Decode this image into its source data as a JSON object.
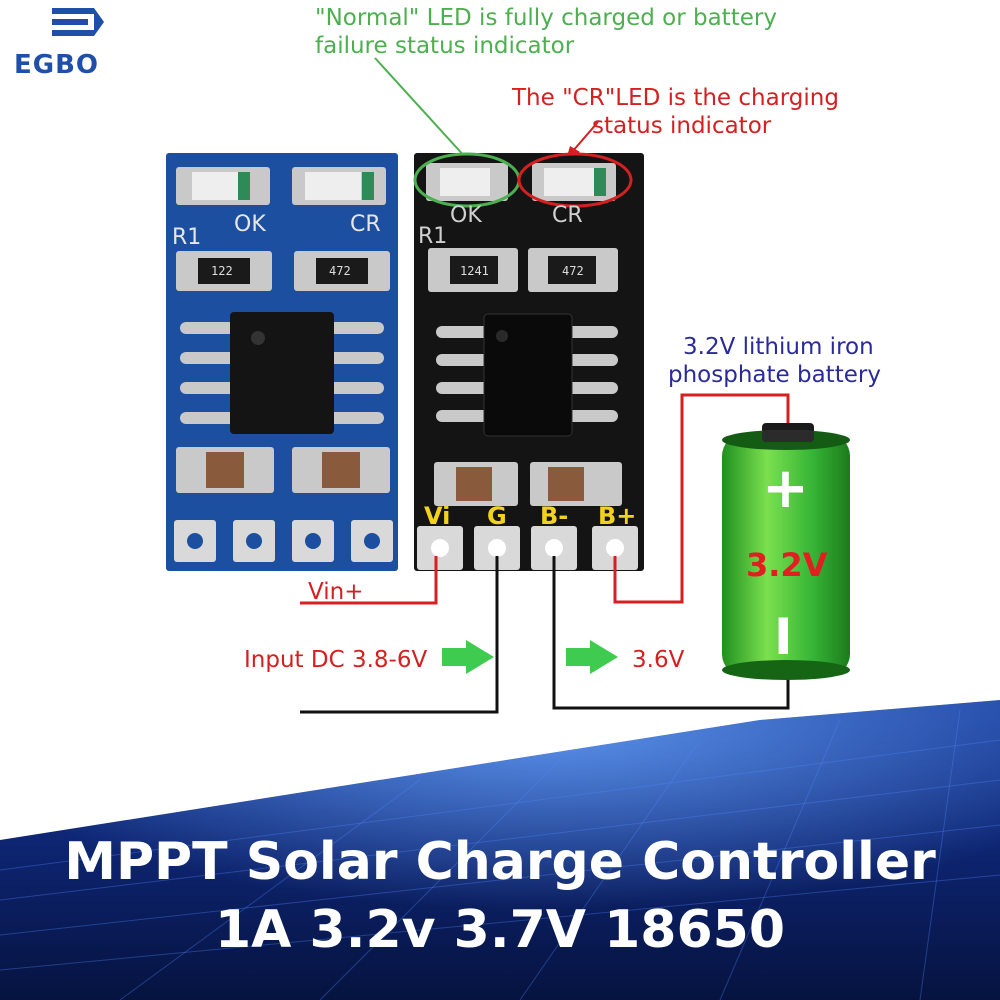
{
  "brand": {
    "name": "EGBO"
  },
  "annotations": {
    "normal_led_line1": "\"Normal\" LED is fully charged or battery",
    "normal_led_line2": "failure status indicator",
    "cr_led_line1": "The \"CR\"LED is the charging",
    "cr_led_line2": "status indicator",
    "battery_line1": "3.2V lithium iron",
    "battery_line2": "phosphate battery"
  },
  "boards": {
    "led_ok": "OK",
    "led_cr": "CR",
    "resistor_ref": "R1",
    "blue_res1": "122",
    "blue_res2": "472",
    "black_res1": "1241",
    "black_res2": "472"
  },
  "pins": [
    "Vi",
    "G",
    "B-",
    "B+"
  ],
  "wiring": {
    "vin_label": "Vin+",
    "input_label": "Input DC 3.8-6V",
    "output_label": "3.6V"
  },
  "battery": {
    "plus": "+",
    "voltage": "3.2V",
    "minus": "I"
  },
  "title": {
    "line1": "MPPT Solar Charge Controller",
    "line2": "1A 3.2v 3.7V 18650"
  },
  "colors": {
    "annotation_green": "#4caf50",
    "annotation_red": "#d42020",
    "annotation_blue": "#2a2a9a",
    "pin_label_yellow": "#f3d21b",
    "pcb_blue": "#1c4fa0",
    "pcb_black": "#141414",
    "battery_green": "#2fb52f"
  }
}
